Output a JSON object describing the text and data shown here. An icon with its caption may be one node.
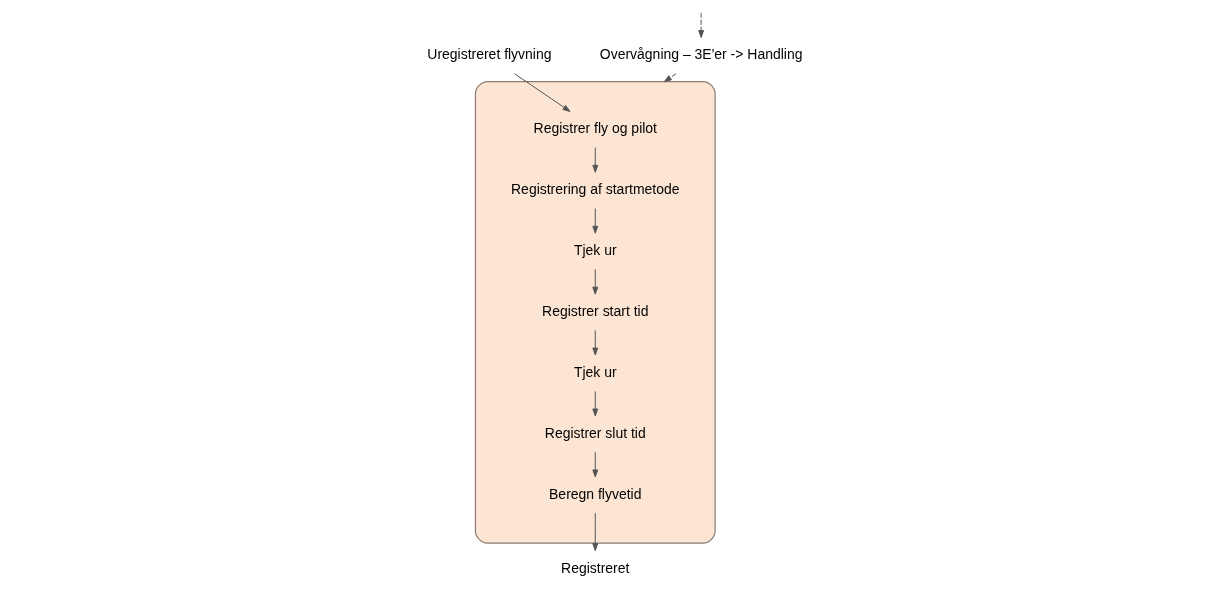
{
  "diagram": {
    "nodes": [
      {
        "text": [
          "Uregistreret flyvning"
        ]
      },
      {
        "text": [],
        "shape": "cloud"
      },
      {
        "text": [
          "Registrer fly og pilot"
        ],
        "in": 1
      },
      {
        "text": [
          "Registrering af startmetode"
        ],
        "in": 1
      },
      {
        "text": [
          "Tjek ur"
        ],
        "in": 1
      },
      {
        "text": [
          "Registrer start tid"
        ],
        "in": 1
      },
      {
        "text": [
          "Tjek ur"
        ],
        "in": 1
      },
      {
        "text": [
          "Registrer slut tid"
        ],
        "in": 1
      },
      {
        "text": [
          "Beregn flyvetid"
        ],
        "in": 1
      },
      {
        "text": [
          "Registreret"
        ]
      },
      {
        "text": [
          "Overvågning – 3E'er -> Handling"
        ]
      }
    ],
    "edges": [
      {
        "from": 0,
        "to": 2,
        "arrow": "to"
      },
      {
        "from": 2,
        "to": 3,
        "arrow": "to"
      },
      {
        "from": 3,
        "to": 4,
        "arrow": "to"
      },
      {
        "from": 4,
        "to": 5,
        "arrow": "to"
      },
      {
        "from": 5,
        "to": 6,
        "arrow": "to"
      },
      {
        "from": 6,
        "to": 7,
        "arrow": "to"
      },
      {
        "from": 7,
        "to": 8,
        "arrow": "to"
      },
      {
        "from": 8,
        "to": 9,
        "arrow": "to"
      },
      {
        "from": null,
        "to": 10,
        "arrow": "to",
        "style": "dashed"
      },
      {
        "from": 10,
        "to": 1,
        "arrow": "to",
        "style": "dashed"
      }
    ]
  }
}
